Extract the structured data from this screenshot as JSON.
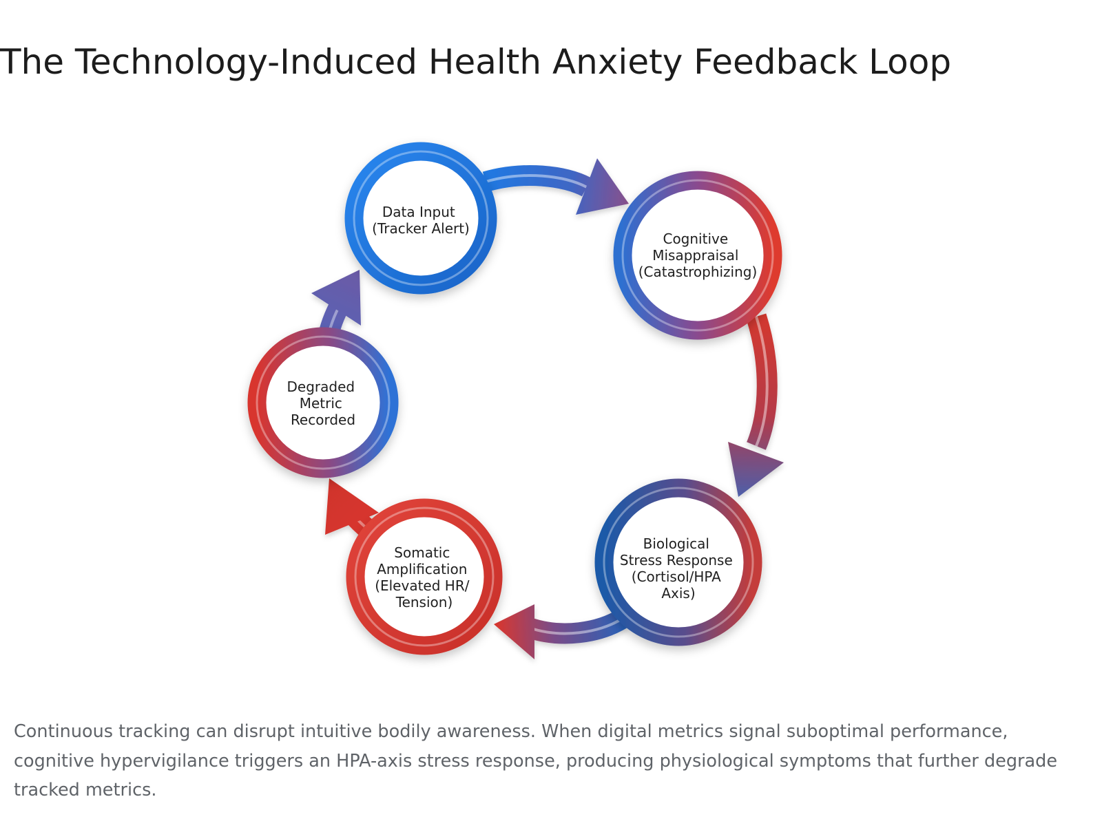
{
  "title": "The Technology-Induced Health Anxiety Feedback Loop",
  "colors": {
    "blue": "#1f78e0",
    "red": "#d93a33",
    "navy": "#1e4f8c",
    "purple": "#6b5a9a",
    "text": "#1f1f1f",
    "caption": "#5f6368"
  },
  "nodes": [
    {
      "id": "data-input",
      "lines": [
        "Data Input",
        "(Tracker Alert)"
      ]
    },
    {
      "id": "cognitive-misappraisal",
      "lines": [
        "Cognitive",
        "Misappraisal",
        "(Catastrophizing)"
      ]
    },
    {
      "id": "biological-stress-response",
      "lines": [
        "Biological",
        "Stress Response",
        "(Cortisol/HPA",
        "Axis)"
      ]
    },
    {
      "id": "somatic-amplification",
      "lines": [
        "Somatic",
        "Amplification",
        "(Elevated HR/",
        "Tension)"
      ]
    },
    {
      "id": "degraded-metric-recorded",
      "lines": [
        "Degraded",
        "Metric",
        "Recorded"
      ]
    }
  ],
  "flow": [
    {
      "from": "data-input",
      "to": "cognitive-misappraisal"
    },
    {
      "from": "cognitive-misappraisal",
      "to": "biological-stress-response"
    },
    {
      "from": "biological-stress-response",
      "to": "somatic-amplification"
    },
    {
      "from": "somatic-amplification",
      "to": "degraded-metric-recorded"
    },
    {
      "from": "degraded-metric-recorded",
      "to": "data-input"
    }
  ],
  "caption": "Continuous tracking can disrupt intuitive bodily awareness. When digital metrics signal suboptimal performance, cognitive hypervigilance triggers an HPA-axis stress response, producing physiological symptoms that further degrade tracked metrics."
}
